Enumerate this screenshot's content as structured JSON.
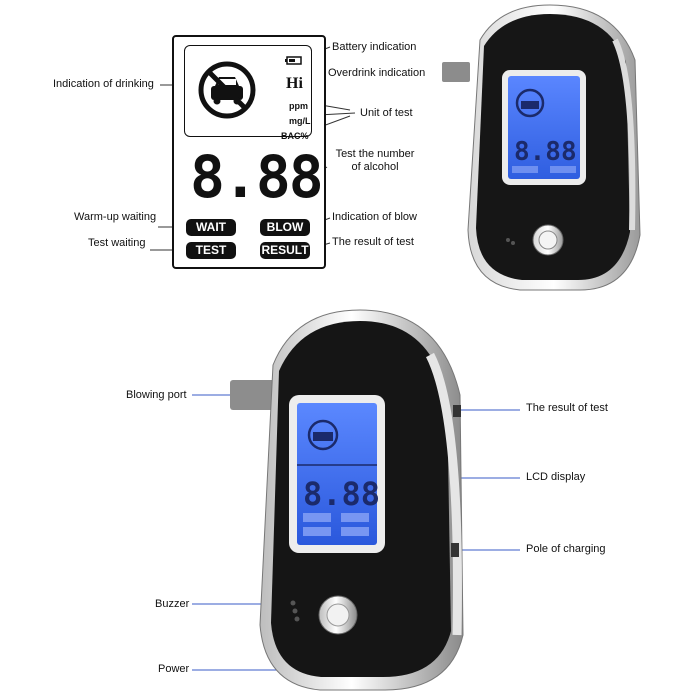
{
  "top_diagram": {
    "labels": {
      "drinking": "Indication of drinking",
      "battery": "Battery indication",
      "overdrink": "Overdrink indication",
      "unit": "Unit of test",
      "number_line1": "Test the number",
      "number_line2": "of alcohol",
      "warmup": "Warm-up waiting",
      "blow_ind": "Indication of blow",
      "test_waiting": "Test waiting",
      "result": "The result of test"
    },
    "lcd": {
      "hi": "Hi",
      "units": [
        "ppm",
        "mg/L",
        "BAC%"
      ],
      "digits": "8.88",
      "buttons": {
        "wait": "WAIT",
        "blow": "BLOW",
        "test": "TEST",
        "result": "RESULT"
      }
    }
  },
  "bottom_diagram": {
    "labels": {
      "blowing_port": "Blowing port",
      "result": "The result of test",
      "lcd_display": "LCD display",
      "charging": "Pole of charging",
      "buzzer": "Buzzer",
      "power": "Power"
    }
  },
  "colors": {
    "lcd_blue": "#3c6cf0",
    "device_body": "#1a1a1a",
    "callout_line": "#3a5bc7"
  }
}
